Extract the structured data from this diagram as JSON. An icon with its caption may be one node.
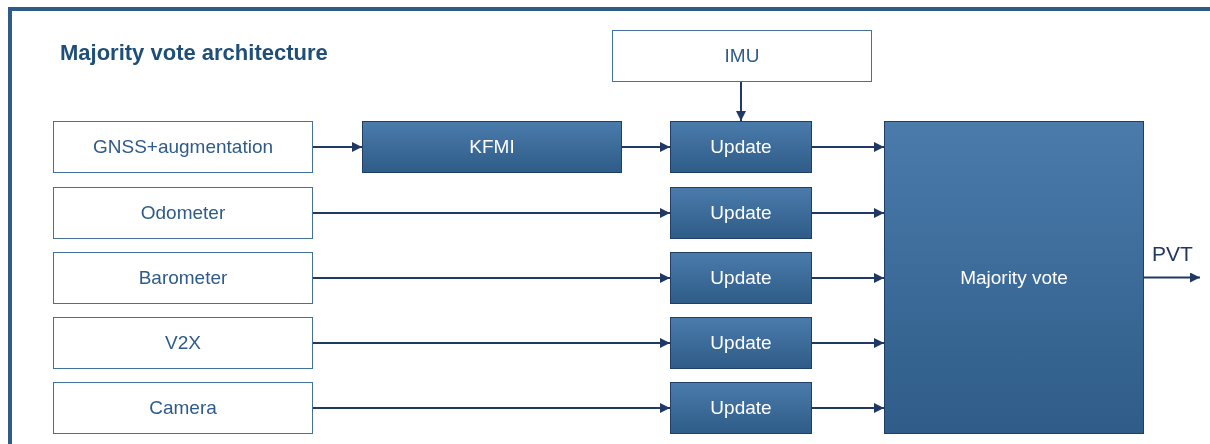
{
  "diagram": {
    "title": "Majority vote architecture",
    "nodes": [
      {
        "text": [
          "IMU"
        ]
      },
      {
        "text": [
          "GNSS+augmentation"
        ]
      },
      {
        "text": [
          "KFMI"
        ]
      },
      {
        "text": [
          "Update"
        ]
      },
      {
        "text": [
          "Odometer"
        ]
      },
      {
        "text": [
          "Update"
        ]
      },
      {
        "text": [
          "Barometer"
        ]
      },
      {
        "text": [
          "Update"
        ]
      },
      {
        "text": [
          "V2X"
        ]
      },
      {
        "text": [
          "Update"
        ]
      },
      {
        "text": [
          "Camera"
        ]
      },
      {
        "text": [
          "Update"
        ]
      },
      {
        "text": [
          "Majority vote"
        ]
      }
    ],
    "edges": [
      {
        "from": 1,
        "to": 2,
        "arrow": "to"
      },
      {
        "from": 2,
        "to": 3,
        "arrow": "to"
      },
      {
        "from": 0,
        "to": 3,
        "arrow": "to"
      },
      {
        "from": 4,
        "to": 5,
        "arrow": "to"
      },
      {
        "from": 6,
        "to": 7,
        "arrow": "to"
      },
      {
        "from": 8,
        "to": 9,
        "arrow": "to"
      },
      {
        "from": 10,
        "to": 11,
        "arrow": "to"
      },
      {
        "from": 3,
        "to": 12,
        "arrow": "to"
      },
      {
        "from": 5,
        "to": 12,
        "arrow": "to"
      },
      {
        "from": 7,
        "to": 12,
        "arrow": "to"
      },
      {
        "from": 9,
        "to": 12,
        "arrow": "to"
      },
      {
        "from": 11,
        "to": 12,
        "arrow": "to"
      },
      {
        "from": 12,
        "to": null,
        "arrow": "to",
        "label": "PVT"
      }
    ]
  }
}
